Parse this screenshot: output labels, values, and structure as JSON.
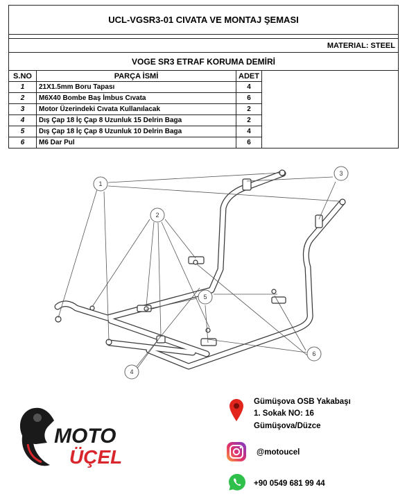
{
  "header": {
    "title": "UCL-VGSR3-01 CIVATA VE MONTAJ ŞEMASI",
    "material": "MATERIAL: STEEL",
    "subtitle": "VOGE SR3 ETRAF KORUMA DEMİRİ"
  },
  "table": {
    "columns": [
      "S.NO",
      "PARÇA İSMİ",
      "ADET"
    ],
    "rows": [
      {
        "no": "1",
        "name": "21X1.5mm Boru Tapası",
        "qty": "4"
      },
      {
        "no": "2",
        "name": "M6X40 Bombe Baş İmbus Cıvata",
        "qty": "6"
      },
      {
        "no": "3",
        "name": "Motor Üzerindeki Cıvata Kullanılacak",
        "qty": "2"
      },
      {
        "no": "4",
        "name": "Dış Çap 18 İç Çap 8 Uzunluk 15 Delrin Baga",
        "qty": "2"
      },
      {
        "no": "5",
        "name": "Dış Çap 18 İç Çap 8 Uzunluk 10 Delrin Baga",
        "qty": "4"
      },
      {
        "no": "6",
        "name": "M6 Dar Pul",
        "qty": "6"
      }
    ]
  },
  "diagram": {
    "callouts": [
      "1",
      "2",
      "3",
      "4",
      "5",
      "6"
    ]
  },
  "brand": {
    "line1": "MOTO",
    "line2": "ÜÇEL",
    "color_dark": "#1a1a1a",
    "color_red": "#d8262c"
  },
  "contact": {
    "address_line1": "Gümüşova OSB Yakabaşı",
    "address_line2": "1. Sokak NO: 16",
    "address_line3": "Gümüşova/Düzce",
    "instagram": "@motoucel",
    "phone": "+90 0549 681 99 44"
  }
}
